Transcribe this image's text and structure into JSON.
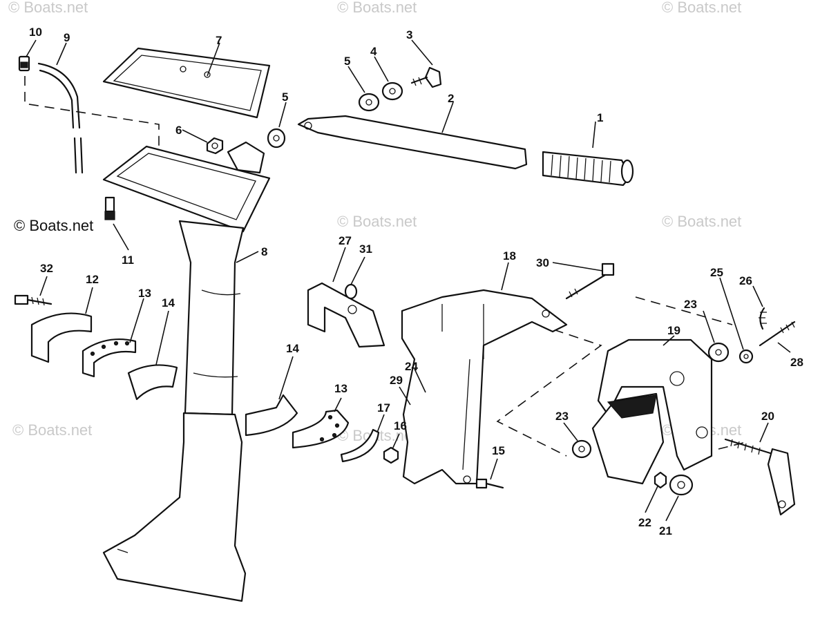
{
  "watermarks": [
    {
      "text": "© Boats.net",
      "style": "light"
    },
    {
      "text": "© Boats.net",
      "style": "light"
    },
    {
      "text": "© Boats.net",
      "style": "light"
    },
    {
      "text": "© Boats.net",
      "style": "dark"
    },
    {
      "text": "© Boats.net",
      "style": "light"
    },
    {
      "text": "© Boats.net",
      "style": "light"
    },
    {
      "text": "© Boats.net",
      "style": "light"
    },
    {
      "text": "© Boats.net",
      "style": "light"
    },
    {
      "text": "© Boats.net",
      "style": "light"
    }
  ],
  "callouts": [
    "1",
    "2",
    "3",
    "4",
    "5",
    "5",
    "6",
    "7",
    "8",
    "9",
    "10",
    "11",
    "12",
    "13",
    "13",
    "14",
    "14",
    "15",
    "16",
    "17",
    "18",
    "19",
    "20",
    "21",
    "22",
    "23",
    "23",
    "24",
    "25",
    "26",
    "27",
    "28",
    "29",
    "30",
    "31",
    "32"
  ]
}
